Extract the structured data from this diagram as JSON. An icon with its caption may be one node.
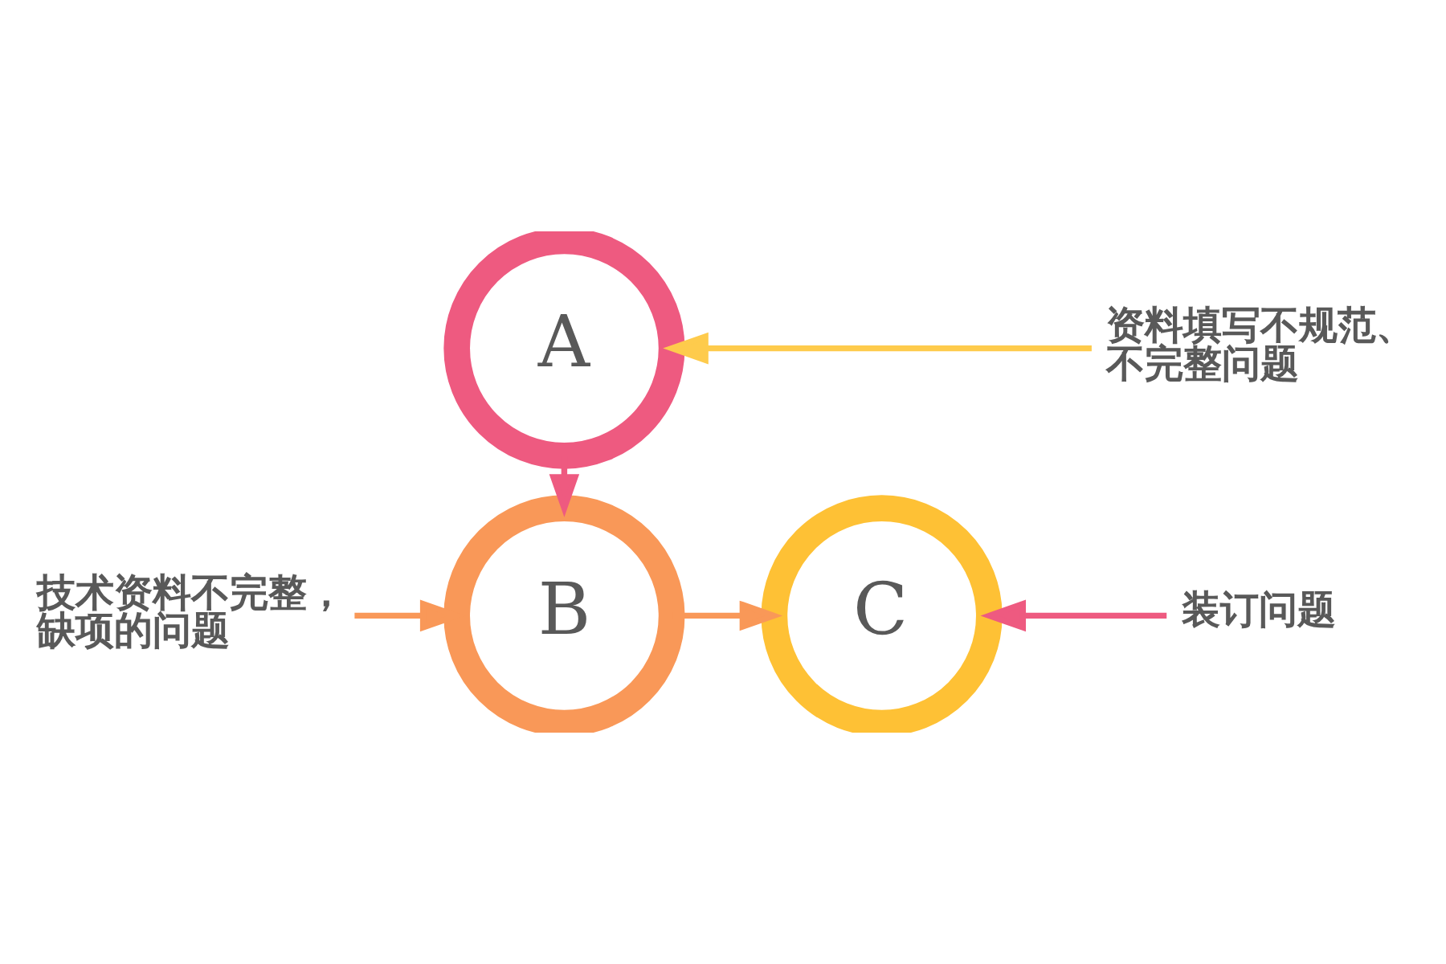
{
  "diagram": {
    "nodes": [
      {
        "text": [
          "A"
        ]
      },
      {
        "text": [
          "B"
        ]
      },
      {
        "text": [
          "C"
        ]
      },
      {
        "text": [
          "技术资料不完整，缺项的问题"
        ]
      },
      {
        "text": [
          "资料填写不规范、不完整问题"
        ]
      },
      {
        "text": [
          "装订问题"
        ]
      }
    ],
    "edges": [
      {
        "from": 0,
        "to": 1,
        "arrow": "to",
        "color": "#ee5a80"
      },
      {
        "from": 1,
        "to": 2,
        "arrow": "to",
        "color": "#f99858"
      },
      {
        "from": 3,
        "to": 1,
        "arrow": "to",
        "color": "#f99858"
      },
      {
        "from": 4,
        "to": 0,
        "arrow": "to",
        "color": "#fecb4c"
      },
      {
        "from": 5,
        "to": 2,
        "arrow": "to",
        "color": "#ee5a80"
      }
    ]
  }
}
